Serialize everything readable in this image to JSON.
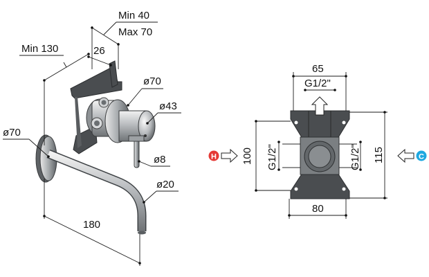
{
  "side_view": {
    "min40": "Min 40",
    "max70": "Max 70",
    "min130": "Min 130",
    "d26": "26",
    "d70_rosette_top": "ø70",
    "d43": "ø43",
    "d70_wall": "ø70",
    "d8": "ø8",
    "d20": "ø20",
    "d180": "180"
  },
  "front_view": {
    "w65": "65",
    "thread_top": "G1/2\"",
    "thread_left": "G1/2\"",
    "thread_right": "G1/2\"",
    "h100": "100",
    "h115": "115",
    "w80": "80",
    "hot_label": "H",
    "cold_label": "C",
    "hot_color": "#e53935",
    "cold_color": "#1fa8e0"
  }
}
